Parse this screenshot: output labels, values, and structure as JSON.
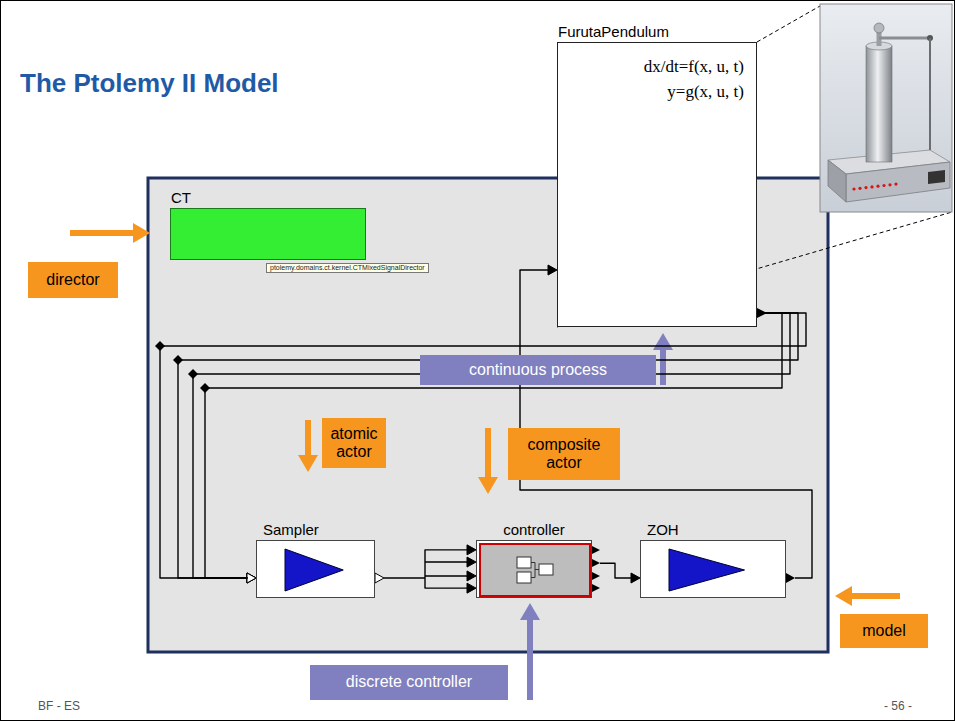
{
  "diagram": {
    "title": "The Ptolemy II Model",
    "nodes": [
      {
        "text": [
          "CT"
        ]
      },
      {
        "text": [
          "ptolemy.domains.ct.kernel.CTMixedSignalDirector"
        ]
      },
      {
        "text": [
          "FurutaPendulum",
          "dx/dt=f(x, u, t)",
          "y=g(x, u, t)"
        ]
      },
      {
        "text": [
          "director"
        ]
      },
      {
        "text": [
          "continuous process"
        ]
      },
      {
        "text": [
          "atomic actor"
        ]
      },
      {
        "text": [
          "composite actor"
        ]
      },
      {
        "text": [
          "Sampler"
        ]
      },
      {
        "text": [
          "controller"
        ]
      },
      {
        "text": [
          "ZOH"
        ]
      },
      {
        "text": [
          "model"
        ]
      },
      {
        "text": [
          "discrete controller"
        ]
      }
    ],
    "edges": [
      {
        "from": 2,
        "to": 7,
        "arrow": "to"
      },
      {
        "from": 2,
        "to": 7,
        "arrow": "to"
      },
      {
        "from": 2,
        "to": 7,
        "arrow": "to"
      },
      {
        "from": 2,
        "to": 7,
        "arrow": "to"
      },
      {
        "from": 7,
        "to": 8,
        "arrow": "to"
      },
      {
        "from": 8,
        "to": 9,
        "arrow": "to"
      },
      {
        "from": 9,
        "to": 2,
        "arrow": "to"
      }
    ],
    "labels": [
      "BF - ES",
      "- 56 -"
    ]
  }
}
